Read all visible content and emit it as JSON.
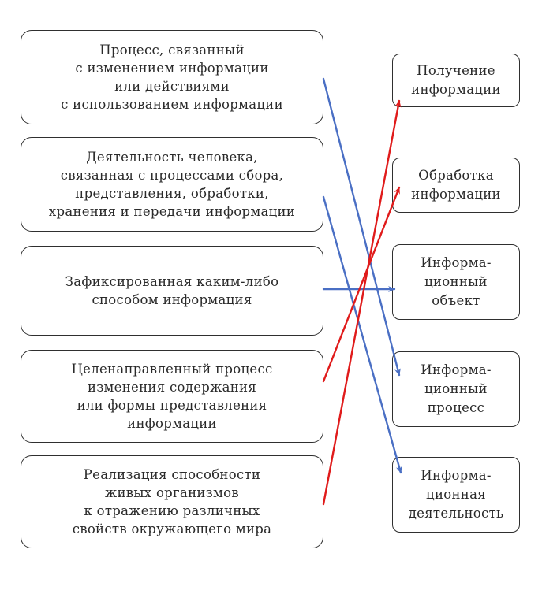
{
  "left_items": [
    {
      "id": "process-definition",
      "text": "Процесс, связанный\nс изменением информации\nили действиями\nс использованием информации"
    },
    {
      "id": "activity-definition",
      "text": "Деятельность человека,\nсвязанная с процессами сбора,\nпредставления, обработки,\nхранения и передачи информации"
    },
    {
      "id": "object-definition",
      "text": "Зафиксированная каким-либо\nспособом информация"
    },
    {
      "id": "processing-definition",
      "text": "Целенаправленный процесс\nизменения содержания\nили формы представления\nинформации"
    },
    {
      "id": "receiving-definition",
      "text": "Реализация способности\nживых организмов\nк отражению различных\nсвойств окружающего мира"
    }
  ],
  "right_items": [
    {
      "id": "receiving",
      "text": "Получение\nинформации"
    },
    {
      "id": "processing",
      "text": "Обработка\nинформации"
    },
    {
      "id": "object",
      "text": "Информа-\nционный\nобъект"
    },
    {
      "id": "process",
      "text": "Информа-\nционный\nпроцесс"
    },
    {
      "id": "activity",
      "text": "Информа-\nционная\nдеятельность"
    }
  ],
  "connections": [
    {
      "from": 0,
      "to": 3,
      "color": "#4a6fc4"
    },
    {
      "from": 1,
      "to": 4,
      "color": "#4a6fc4"
    },
    {
      "from": 2,
      "to": 2,
      "color": "#4a6fc4"
    },
    {
      "from": 3,
      "to": 1,
      "color": "#e01b1b"
    },
    {
      "from": 4,
      "to": 0,
      "color": "#e01b1b"
    }
  ]
}
